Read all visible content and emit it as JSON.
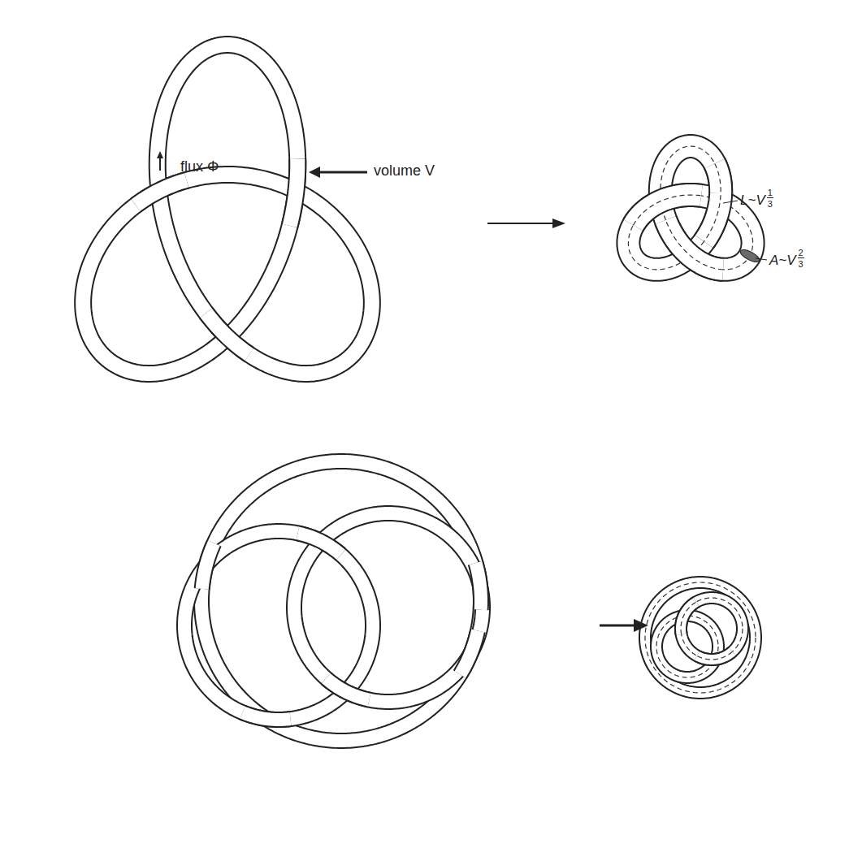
{
  "diagram": {
    "labels": [
      "flux Φ",
      "volume V",
      "L~V",
      "1",
      "3",
      "A~V",
      "2",
      "3"
    ]
  }
}
